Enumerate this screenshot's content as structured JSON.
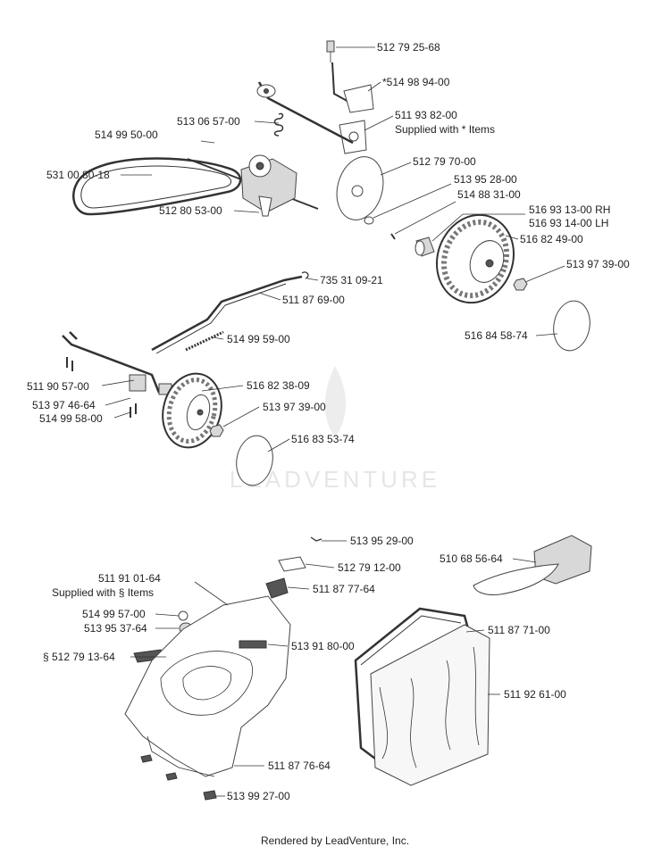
{
  "watermark": "LEADVENTURE",
  "footer": "Rendered by LeadVenture, Inc.",
  "callouts": [
    {
      "id": "c01",
      "text": "512 79 25-68"
    },
    {
      "id": "c02",
      "text": "*514 98 94-00"
    },
    {
      "id": "c03",
      "text": "511 93 82-00"
    },
    {
      "id": "c04",
      "text": "Supplied with * Items"
    },
    {
      "id": "c05",
      "text": "513 06 57-00"
    },
    {
      "id": "c06",
      "text": "514 99 50-00"
    },
    {
      "id": "c07",
      "text": "531 00 80-18"
    },
    {
      "id": "c08",
      "text": "512 80 53-00"
    },
    {
      "id": "c09",
      "text": "512 79 70-00"
    },
    {
      "id": "c10",
      "text": "513 95 28-00"
    },
    {
      "id": "c11",
      "text": "514 88 31-00"
    },
    {
      "id": "c12",
      "text": "516 93 13-00 RH"
    },
    {
      "id": "c13",
      "text": "516 93 14-00 LH"
    },
    {
      "id": "c14",
      "text": "516 82 49-00"
    },
    {
      "id": "c15",
      "text": "513 97 39-00"
    },
    {
      "id": "c16",
      "text": "735 31 09-21"
    },
    {
      "id": "c17",
      "text": "511 87 69-00"
    },
    {
      "id": "c18",
      "text": "516 84 58-74"
    },
    {
      "id": "c19",
      "text": "514 99 59-00"
    },
    {
      "id": "c20",
      "text": "511 90 57-00"
    },
    {
      "id": "c21",
      "text": "513 97 46-64"
    },
    {
      "id": "c22",
      "text": "514 99 58-00"
    },
    {
      "id": "c23",
      "text": "516 82 38-09"
    },
    {
      "id": "c24",
      "text": "513 97 39-00"
    },
    {
      "id": "c25",
      "text": "516 83 53-74"
    },
    {
      "id": "c26",
      "text": "513 95 29-00"
    },
    {
      "id": "c27",
      "text": "512 79 12-00"
    },
    {
      "id": "c28",
      "text": "510 68 56-64"
    },
    {
      "id": "c29",
      "text": "511 91 01-64"
    },
    {
      "id": "c30",
      "text": "Supplied with § Items"
    },
    {
      "id": "c31",
      "text": "511 87 77-64"
    },
    {
      "id": "c32",
      "text": "514 99 57-00"
    },
    {
      "id": "c33",
      "text": "513 95 37-64"
    },
    {
      "id": "c34",
      "text": "511 87 71-00"
    },
    {
      "id": "c35",
      "text": "§ 512 79 13-64"
    },
    {
      "id": "c36",
      "text": "513 91 80-00"
    },
    {
      "id": "c37",
      "text": "511 92 61-00"
    },
    {
      "id": "c38",
      "text": "511 87 76-64"
    },
    {
      "id": "c39",
      "text": "513 99 27-00"
    }
  ]
}
